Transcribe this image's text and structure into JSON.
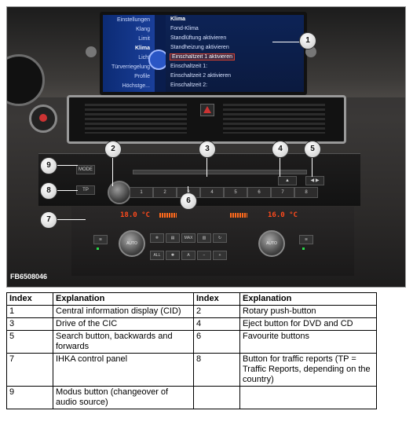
{
  "figure": {
    "photo_id": "FB6508046",
    "display": {
      "menu_items": [
        "Einstellungen",
        "Klang",
        "Limit",
        "Klima",
        "Licht",
        "Türverriegelung",
        "Profile",
        "Höchstge..."
      ],
      "active_item": "Klima",
      "pane_title": "Klima",
      "pane_rows": [
        "Fond-Klima",
        "Standlüftung aktivieren",
        "Standheizung aktivieren",
        "Einschaltzeit 1 aktivieren",
        "Einschaltzeit 1:",
        "Einschaltzeit 2 aktivieren",
        "Einschaltzeit 2:"
      ],
      "highlighted_row": "Einschaltzeit 1 aktivieren"
    },
    "panel": {
      "mode_label": "MODE",
      "tp_label": "TP",
      "favourite_labels": [
        "1",
        "2",
        "3",
        "4",
        "5",
        "6",
        "7",
        "8"
      ],
      "left_temp": "18.0 °C",
      "right_temp": "16.0 °C",
      "auto_label": "AUTO",
      "max_label": "MAX",
      "all_label": "ALL"
    },
    "callouts": [
      "1",
      "2",
      "3",
      "4",
      "5",
      "6",
      "7",
      "8",
      "9"
    ]
  },
  "table": {
    "headers": [
      "Index",
      "Explanation",
      "Index",
      "Explanation"
    ],
    "rows": [
      {
        "i1": "1",
        "e1": "Central information display (CID)",
        "i2": "2",
        "e2": "Rotary push-button"
      },
      {
        "i1": "3",
        "e1": "Drive of the CIC",
        "i2": "4",
        "e2": "Eject button for DVD and CD"
      },
      {
        "i1": "5",
        "e1": "Search button, backwards and forwards",
        "i2": "6",
        "e2": "Favourite buttons"
      },
      {
        "i1": "7",
        "e1": "IHKA control panel",
        "i2": "8",
        "e2": "Button for traffic reports (TP = Traffic Reports, depending on the country)"
      },
      {
        "i1": "9",
        "e1": "Modus button (changeover of audio source)",
        "i2": "",
        "e2": ""
      }
    ]
  }
}
